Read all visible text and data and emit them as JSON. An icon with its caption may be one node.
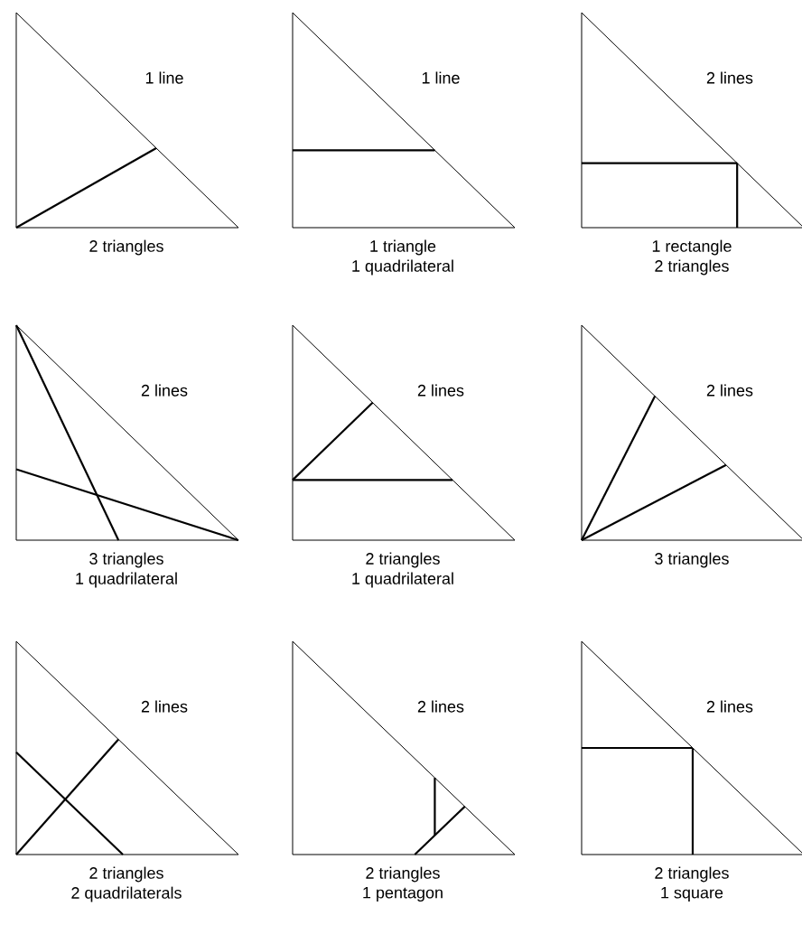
{
  "diagram": {
    "labels": [
      "1 line",
      "2 triangles",
      "1 line",
      "1 triangle",
      "1 quadrilateral",
      "2 lines",
      "1 rectangle",
      "2 triangles",
      "2 lines",
      "3 triangles",
      "1 quadrilateral",
      "2 lines",
      "2 triangles",
      "1 quadrilateral",
      "2 lines",
      "3 triangles",
      "2 lines",
      "2 triangles",
      "2 quadrilaterals",
      "2 lines",
      "2 triangles",
      "1 pentagon",
      "2 lines",
      "2 triangles",
      "1 square"
    ]
  }
}
